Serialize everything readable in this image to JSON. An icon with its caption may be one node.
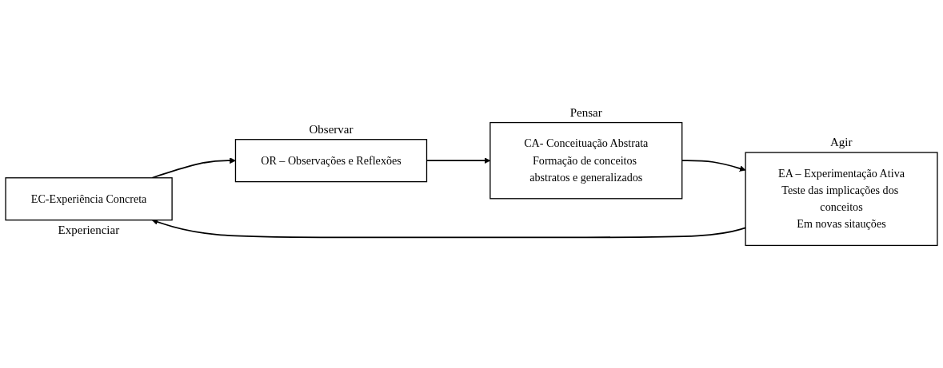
{
  "diagram": {
    "nodes": [
      {
        "text": [
          "EC-Experiência Concreta"
        ],
        "beside": [
          "Experienciar"
        ]
      },
      {
        "text": [
          "OR – Observações e Reflexões"
        ],
        "beside": [
          "Observar"
        ]
      },
      {
        "text": [
          "CA- Conceituação Abstrata",
          "Formação de conceitos abstratos e generalizados"
        ],
        "beside": [
          "Pensar"
        ]
      },
      {
        "text": [
          "EA – Experimentação Ativa",
          "Teste das implicações dos conceitos",
          "Em novas sitauções"
        ],
        "beside": [
          "Agir"
        ]
      }
    ],
    "edges": [
      {
        "from": 0,
        "to": 1,
        "arrow": "to"
      },
      {
        "from": 1,
        "to": 2,
        "arrow": "to"
      },
      {
        "from": 2,
        "to": 3,
        "arrow": "to"
      },
      {
        "from": 3,
        "to": 0,
        "arrow": "to"
      }
    ]
  }
}
